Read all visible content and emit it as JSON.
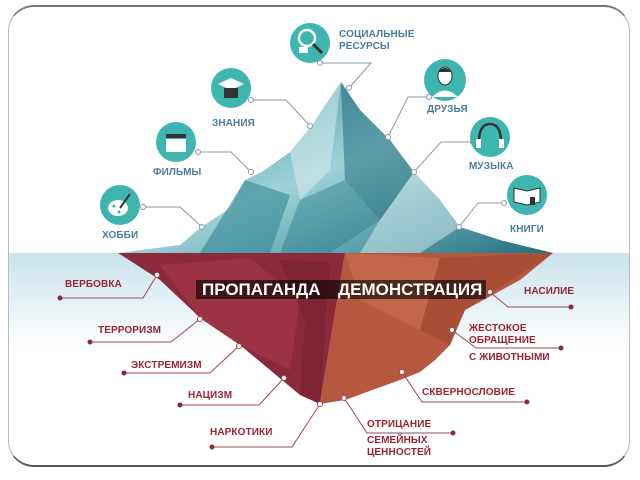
{
  "colors": {
    "teal": "#3fb5b0",
    "maroon": "#8c2a3b",
    "brown": "#b6573f",
    "label_up": "#4b7c9e",
    "label_down": "#9b2335"
  },
  "above": [
    {
      "label": "СОЦИАЛЬНЫЕ",
      "label2": "РЕСУРСЫ",
      "icon": "search-person-icon"
    },
    {
      "label": "ДРУЗЬЯ",
      "icon": "person-icon"
    },
    {
      "label": "ЗНАНИЯ",
      "icon": "graduation-cap-icon"
    },
    {
      "label": "МУЗЫКА",
      "icon": "headphones-icon"
    },
    {
      "label": "ФИЛЬМЫ",
      "icon": "clapperboard-icon"
    },
    {
      "label": "КНИГИ",
      "icon": "book-icon"
    },
    {
      "label": "ХОББИ",
      "icon": "palette-icon"
    }
  ],
  "band": {
    "left": "ПРОПАГАНДА",
    "right": "ДЕМОНСТРАЦИЯ"
  },
  "below_left": [
    "ВЕРБОВКА",
    "ТЕРРОРИЗМ",
    "ЭКСТРЕМИЗМ",
    "НАЦИЗМ",
    "НАРКОТИКИ"
  ],
  "below_right": {
    "violence": "НАСИЛИЕ",
    "cruelty": [
      "ЖЕСТОКОЕ",
      "ОБРАЩЕНИЕ",
      "С ЖИВОТНЫМИ"
    ],
    "profanity": "СКВЕРНОСЛОВИЕ",
    "denial": [
      "ОТРИЦАНИЕ",
      "СЕМЕЙНЫХ",
      "ЦЕННОСТЕЙ"
    ]
  }
}
